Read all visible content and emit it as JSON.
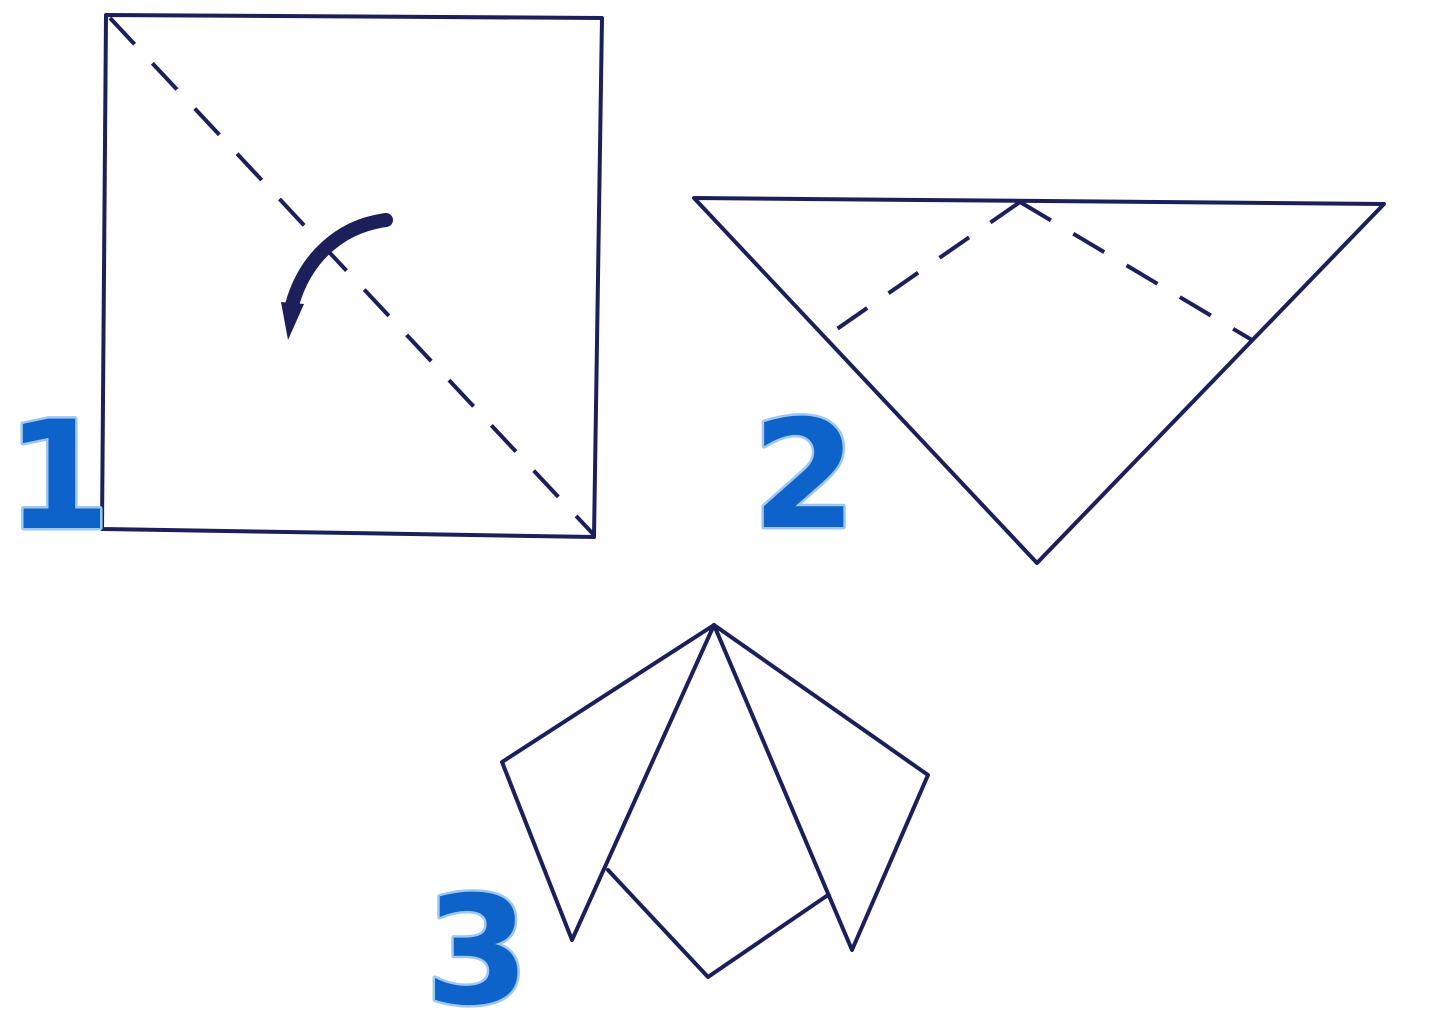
{
  "colors": {
    "ink": "#1c1f5a",
    "step_number_fill": "#0d63c9",
    "step_number_outline": "#9ec7f2",
    "paper": "#ffffff"
  },
  "steps": [
    {
      "number": "1"
    },
    {
      "number": "2"
    },
    {
      "number": "3"
    }
  ]
}
